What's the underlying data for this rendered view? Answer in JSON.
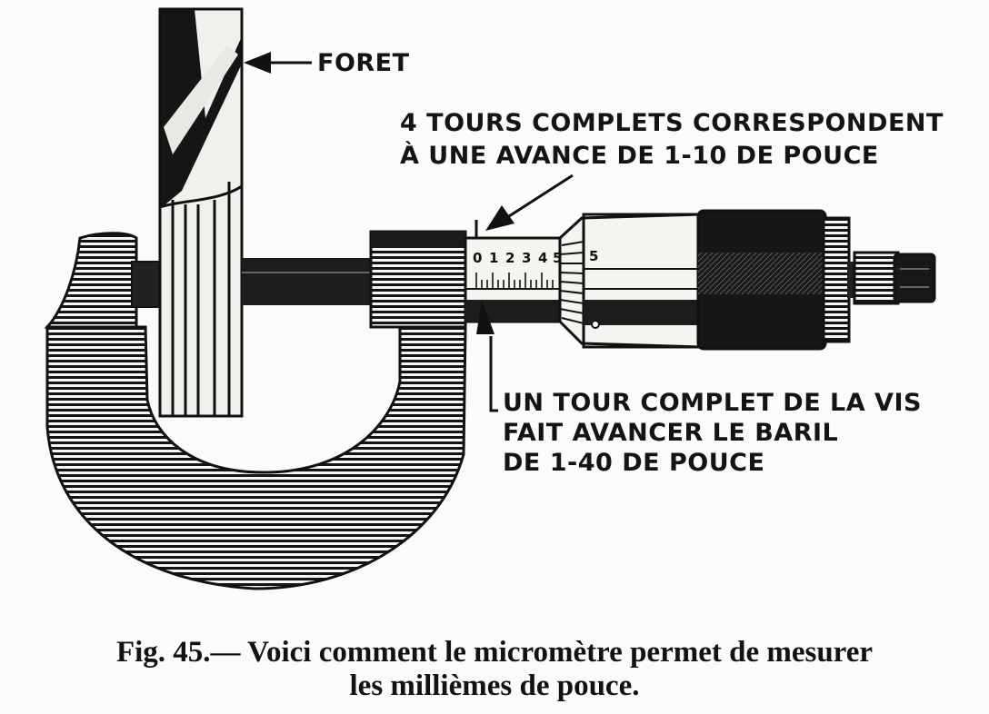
{
  "labels": {
    "foret": "FORET",
    "tours_line1": "4 TOURS COMPLETS CORRESPONDENT",
    "tours_line2": "À UNE AVANCE DE 1-10 DE POUCE",
    "vis_line1": "UN TOUR COMPLET DE LA VIS",
    "vis_line2": "FAIT AVANCER LE BARIL",
    "vis_line3": "DE 1-40 DE POUCE"
  },
  "scale": {
    "sleeve_numbers": [
      "0",
      "1",
      "2",
      "3",
      "4",
      "5"
    ],
    "thimble_number": "5"
  },
  "caption": {
    "line1": "Fig. 45.— Voici comment le micromètre permet de mesurer",
    "line2": "les millièmes de pouce."
  }
}
